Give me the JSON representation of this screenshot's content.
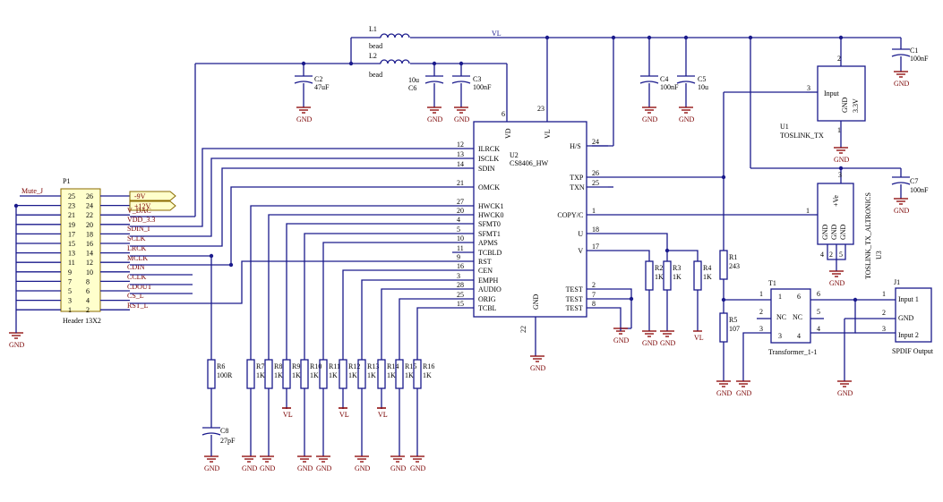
{
  "nets": {
    "vl": "VL",
    "gnd": "GND",
    "mute": "Mute_J",
    "m9v": "-9V",
    "p12v": "+12V",
    "vdac": "V_DAC",
    "vdd": "VDD_3.3",
    "sdin": "SDIN_I",
    "sclk": "SCLK",
    "lrck": "LRCK",
    "mclk": "MCLK",
    "cdin": "CDIN",
    "cclk": "CCLK",
    "cdout": "CDOUT",
    "cs": "CS_L",
    "rst": "RST_L"
  },
  "p1": {
    "ref": "P1",
    "name": "Header 13X2",
    "pins_left": [
      "25",
      "23",
      "21",
      "19",
      "17",
      "15",
      "13",
      "11",
      "9",
      "7",
      "5",
      "3",
      "1"
    ],
    "pins_right": [
      "26",
      "24",
      "22",
      "20",
      "18",
      "16",
      "14",
      "12",
      "10",
      "8",
      "6",
      "4",
      "2"
    ]
  },
  "u2": {
    "ref": "U2",
    "name": "CS8406_HW",
    "left": [
      {
        "num": "12",
        "name": "ILRCK"
      },
      {
        "num": "13",
        "name": "ISCLK"
      },
      {
        "num": "14",
        "name": "SDIN"
      },
      {
        "num": "21",
        "name": "OMCK"
      },
      {
        "num": "27",
        "name": "HWCK1"
      },
      {
        "num": "20",
        "name": "HWCK0"
      },
      {
        "num": "4",
        "name": "SFMT0"
      },
      {
        "num": "5",
        "name": "SFMT1"
      },
      {
        "num": "10",
        "name": "APMS"
      },
      {
        "num": "11",
        "name": "TCBLD"
      },
      {
        "num": "9",
        "name": "RST"
      },
      {
        "num": "16",
        "name": "CEN"
      },
      {
        "num": "3",
        "name": "EMPH"
      },
      {
        "num": "28",
        "name": "AUDIO"
      },
      {
        "num": "25",
        "name": "ORIG"
      },
      {
        "num": "15",
        "name": "TCBL"
      }
    ],
    "right": [
      {
        "num": "24",
        "name": "H/S"
      },
      {
        "num": "26",
        "name": "TXP"
      },
      {
        "num": "25",
        "name": "TXN"
      },
      {
        "num": "1",
        "name": "COPY/C"
      },
      {
        "num": "18",
        "name": "U"
      },
      {
        "num": "17",
        "name": "V"
      },
      {
        "num": "2",
        "name": "TEST"
      },
      {
        "num": "7",
        "name": "TEST"
      },
      {
        "num": "8",
        "name": "TEST"
      }
    ],
    "top": [
      {
        "num": "6",
        "name": "VD"
      },
      {
        "num": "23",
        "name": "VL"
      }
    ],
    "bottom": [
      {
        "num": "22",
        "name": "GND"
      }
    ]
  },
  "u1": {
    "ref": "U1",
    "name": "TOSLINK_TX",
    "pin_input": "Input",
    "pin_gnd": "GND",
    "pin_33": "3.3V",
    "n1": "3",
    "n2": "2",
    "n3": "1"
  },
  "u3": {
    "ref": "U3",
    "name": "TOSLINK_TX_ALTRONICS",
    "vcc": "+Ve",
    "g1": "GND",
    "g2": "GND",
    "g3": "GND",
    "n1": "1",
    "n2": "2",
    "n3": "3",
    "n4": "4",
    "n5": "5"
  },
  "t1": {
    "ref": "T1",
    "name": "Transformer_1-1",
    "nc": "NC",
    "p1": "1",
    "p2": "2",
    "p3": "3",
    "p4": "4",
    "p5": "5",
    "p6": "6"
  },
  "j1": {
    "ref": "J1",
    "name": "SPDIF Output",
    "in1": "Input 1",
    "gnd": "GND",
    "in2": "Input 2",
    "n1": "1",
    "n2": "2",
    "n3": "3"
  },
  "inductors": [
    {
      "ref": "L1",
      "value": "bead"
    },
    {
      "ref": "L2",
      "value": "bead"
    }
  ],
  "caps": [
    {
      "ref": "C2",
      "value": "47uF"
    },
    {
      "ref": "C6",
      "value": "10u"
    },
    {
      "ref": "C3",
      "value": "100nF"
    },
    {
      "ref": "C4",
      "value": "100nF"
    },
    {
      "ref": "C5",
      "value": "10u"
    },
    {
      "ref": "C1",
      "value": "100nF"
    },
    {
      "ref": "C7",
      "value": "100nF"
    },
    {
      "ref": "C8",
      "value": "27pF"
    }
  ],
  "resistors": [
    {
      "ref": "R6",
      "value": "100R"
    },
    {
      "ref": "R7",
      "value": "1K"
    },
    {
      "ref": "R8",
      "value": "1K"
    },
    {
      "ref": "R9",
      "value": "1K"
    },
    {
      "ref": "R10",
      "value": "1K"
    },
    {
      "ref": "R11",
      "value": "1K"
    },
    {
      "ref": "R12",
      "value": "1K"
    },
    {
      "ref": "R13",
      "value": "1K"
    },
    {
      "ref": "R14",
      "value": "1K"
    },
    {
      "ref": "R15",
      "value": "1K"
    },
    {
      "ref": "R16",
      "value": "1K"
    },
    {
      "ref": "R2",
      "value": "1K"
    },
    {
      "ref": "R3",
      "value": "1K"
    },
    {
      "ref": "R4",
      "value": "1K"
    },
    {
      "ref": "R1",
      "value": "243"
    },
    {
      "ref": "R5",
      "value": "107"
    }
  ]
}
